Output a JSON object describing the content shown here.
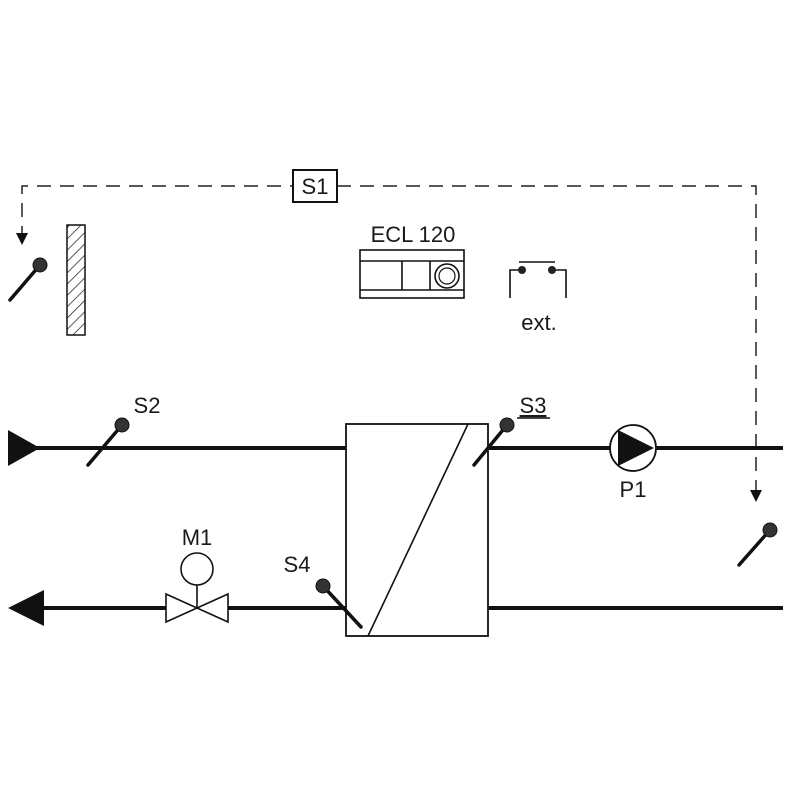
{
  "diagram": {
    "labels": {
      "s1": "S1",
      "s2": "S2",
      "s3": "S3",
      "s4": "S4",
      "m1": "M1",
      "p1": "P1",
      "controller": "ECL 120",
      "ext": "ext."
    }
  }
}
